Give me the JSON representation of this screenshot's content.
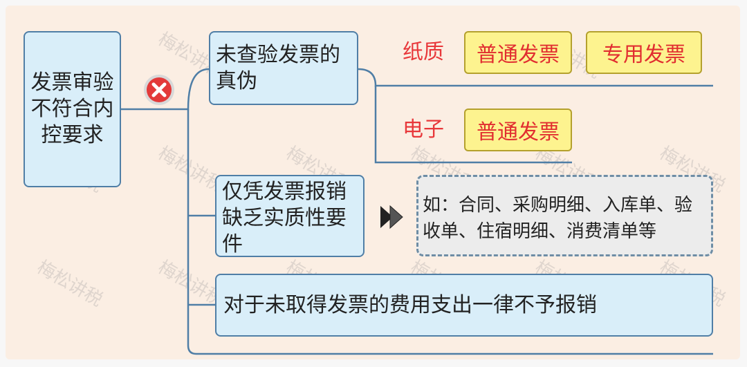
{
  "root": {
    "label": "发票审验不符合内控要求"
  },
  "icons": {
    "cross": "x-circle-icon",
    "arrow": "double-arrow-icon"
  },
  "branches": [
    {
      "label": "未查验发票的真伪"
    },
    {
      "label": "仅凭发票报销缺乏实质性要件"
    },
    {
      "label": "对于未取得发票的费用支出一律不予报销"
    }
  ],
  "paper": {
    "label": "纸质",
    "tags": [
      "普通发票",
      "专用发票"
    ]
  },
  "electronic": {
    "label": "电子",
    "tags": [
      "普通发票"
    ]
  },
  "note": {
    "text": "如：合同、采购明细、入库单、验收单、住宿明细、消费清单等"
  },
  "watermark": "梅松讲税",
  "colors": {
    "box_fill": "#d9eef9",
    "box_border": "#4f7ea6",
    "tag_fill": "#fdf38f",
    "red_text": "#e8373a",
    "panel": "#fbeee3"
  }
}
